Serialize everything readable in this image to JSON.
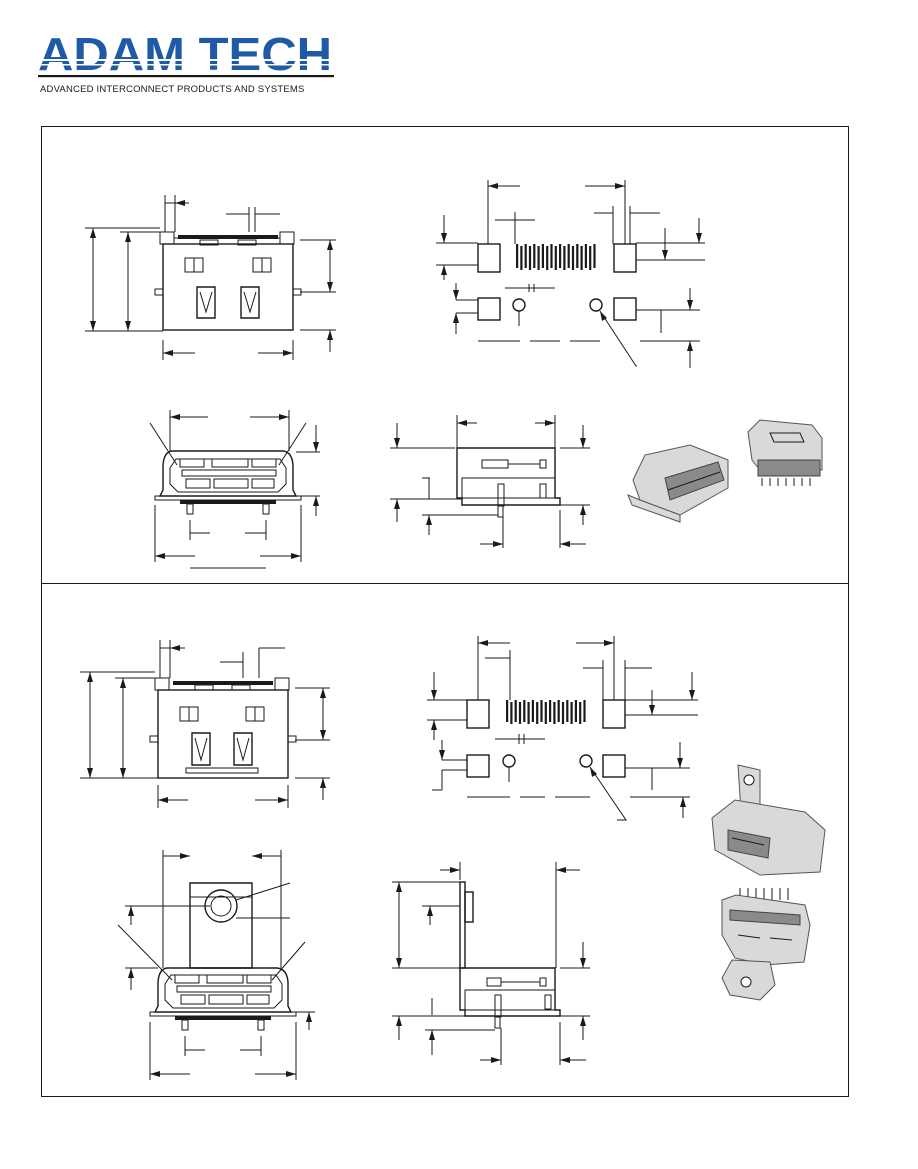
{
  "brand": {
    "name": "ADAM TECH",
    "tagline": "ADVANCED INTERCONNECT PRODUCTS AND SYSTEMS",
    "color": "#1f5aa6"
  },
  "drawings": {
    "section_1": {
      "front_view": "front-view-drawing",
      "pcb_layout": "pcb-layout-drawing",
      "end_view": "end-view-drawing",
      "side_view": "side-view-drawing",
      "photos": [
        "connector-photo-angled",
        "connector-photo-rear"
      ]
    },
    "section_2": {
      "front_view": "front-view-drawing",
      "pcb_layout": "pcb-layout-drawing",
      "end_view": "end-view-with-mounting-tab",
      "side_view": "side-view-with-mounting-tab",
      "photos": [
        "connector-photo-with-tab-top",
        "connector-photo-with-tab-bottom"
      ]
    }
  }
}
